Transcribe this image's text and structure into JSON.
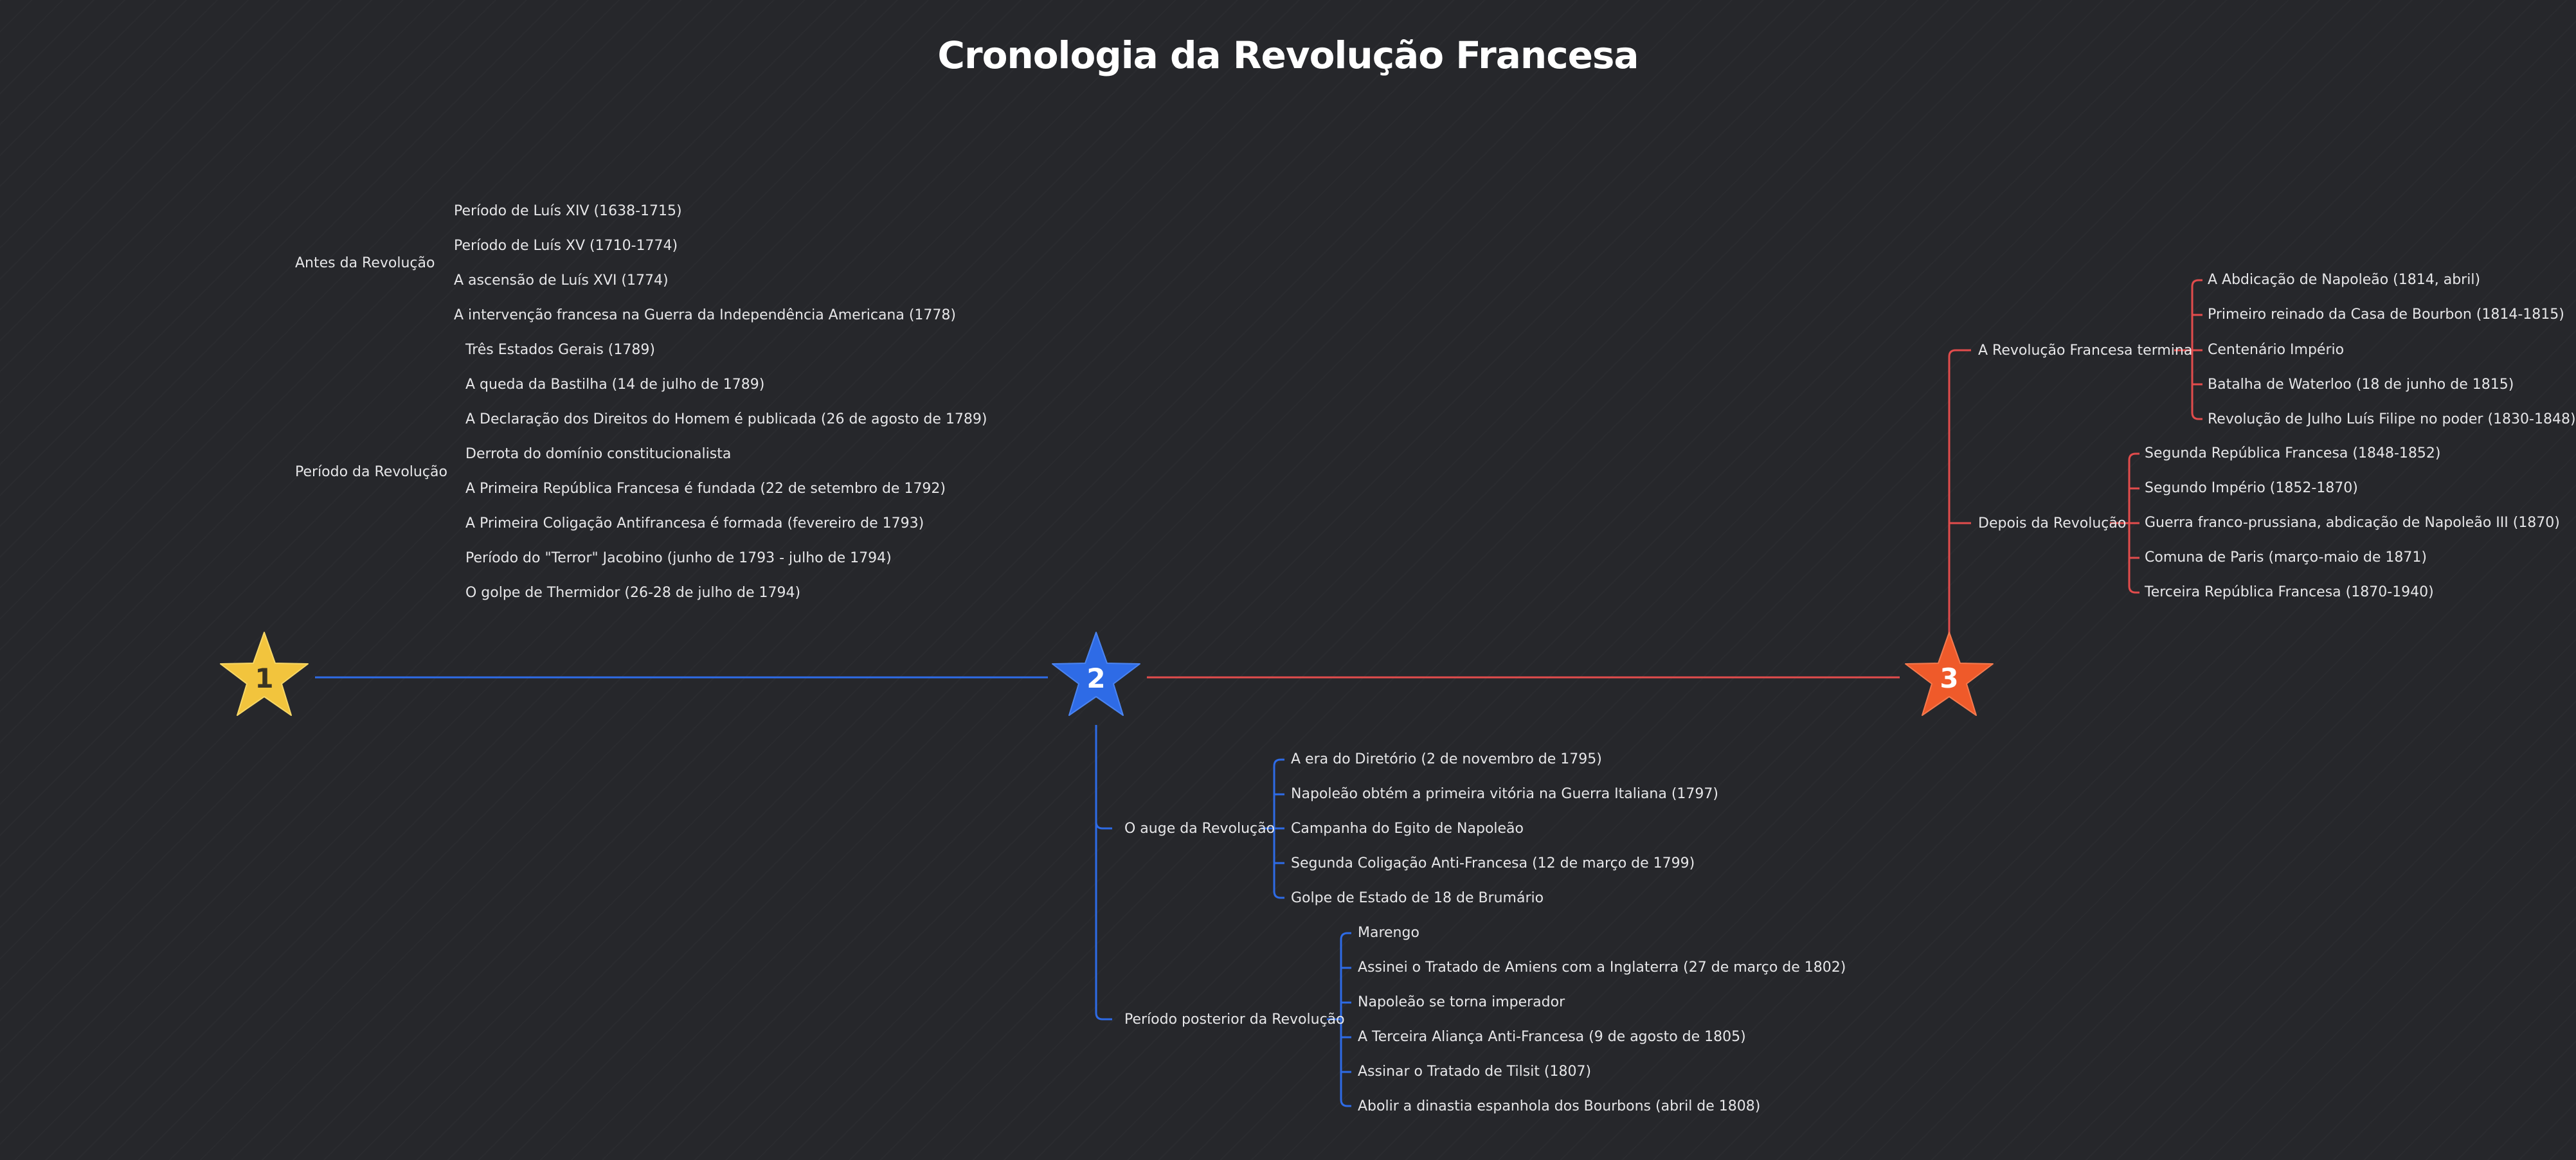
{
  "title": "Cronologia da Revolução Francesa",
  "colors": {
    "background": "#26272b",
    "text": "#e6e6e8",
    "star_1": "#f2c43d",
    "star_2": "#2e6be6",
    "star_3": "#ef5a2a",
    "connector_blue": "#2e6be6",
    "connector_red": "#e24c4c"
  },
  "milestones": [
    {
      "label": "1"
    },
    {
      "label": "2"
    },
    {
      "label": "3"
    }
  ],
  "branches": {
    "antes": {
      "label": "Antes da Revolução",
      "items": [
        "Período de Luís XIV (1638-1715)",
        "Período de Luís XV (1710-1774)",
        "A ascensão de Luís XVI (1774)",
        "A intervenção francesa na Guerra da Independência Americana (1778)"
      ]
    },
    "periodo": {
      "label": "Período da Revolução",
      "items": [
        "Três Estados Gerais (1789)",
        "A queda da Bastilha (14 de julho de 1789)",
        "A Declaração dos Direitos do Homem é publicada (26 de agosto de 1789)",
        "Derrota do domínio constitucionalista",
        "A Primeira República Francesa é fundada (22 de setembro de 1792)",
        "A Primeira Coligação Antifrancesa é formada (fevereiro de 1793)",
        "Período do \"Terror\" Jacobino (junho de 1793 - julho de 1794)",
        "O golpe de Thermidor (26-28 de julho de 1794)"
      ]
    },
    "auge": {
      "label": "O auge da Revolução",
      "items": [
        "A era do Diretório (2 de novembro de 1795)",
        "Napoleão obtém a primeira vitória na Guerra Italiana (1797)",
        "Campanha do Egito de Napoleão",
        "Segunda Coligação Anti-Francesa (12 de março de 1799)",
        "Golpe de Estado de 18 de Brumário"
      ]
    },
    "posterior": {
      "label": "Período posterior da Revolução",
      "items": [
        "Marengo",
        "Assinei o Tratado de Amiens com a Inglaterra (27 de março de 1802)",
        "Napoleão se torna imperador",
        "A Terceira Aliança Anti-Francesa (9 de agosto de 1805)",
        "Assinar o Tratado de Tilsit (1807)",
        "Abolir a dinastia espanhola dos Bourbons (abril de 1808)"
      ]
    },
    "termina": {
      "label": "A Revolução Francesa termina",
      "items": [
        "A Abdicação de Napoleão (1814, abril)",
        "Primeiro reinado da Casa de Bourbon (1814-1815)",
        "Centenário Império",
        "Batalha de Waterloo (18 de junho de 1815)",
        "Revolução de Julho Luís Filipe no poder (1830-1848)"
      ]
    },
    "depois": {
      "label": "Depois da Revolução",
      "items": [
        "Segunda República Francesa (1848-1852)",
        "Segundo Império (1852-1870)",
        "Guerra franco-prussiana, abdicação de Napoleão III (1870)",
        "Comuna de Paris (março-maio de 1871)",
        "Terceira República Francesa (1870-1940)"
      ]
    }
  }
}
